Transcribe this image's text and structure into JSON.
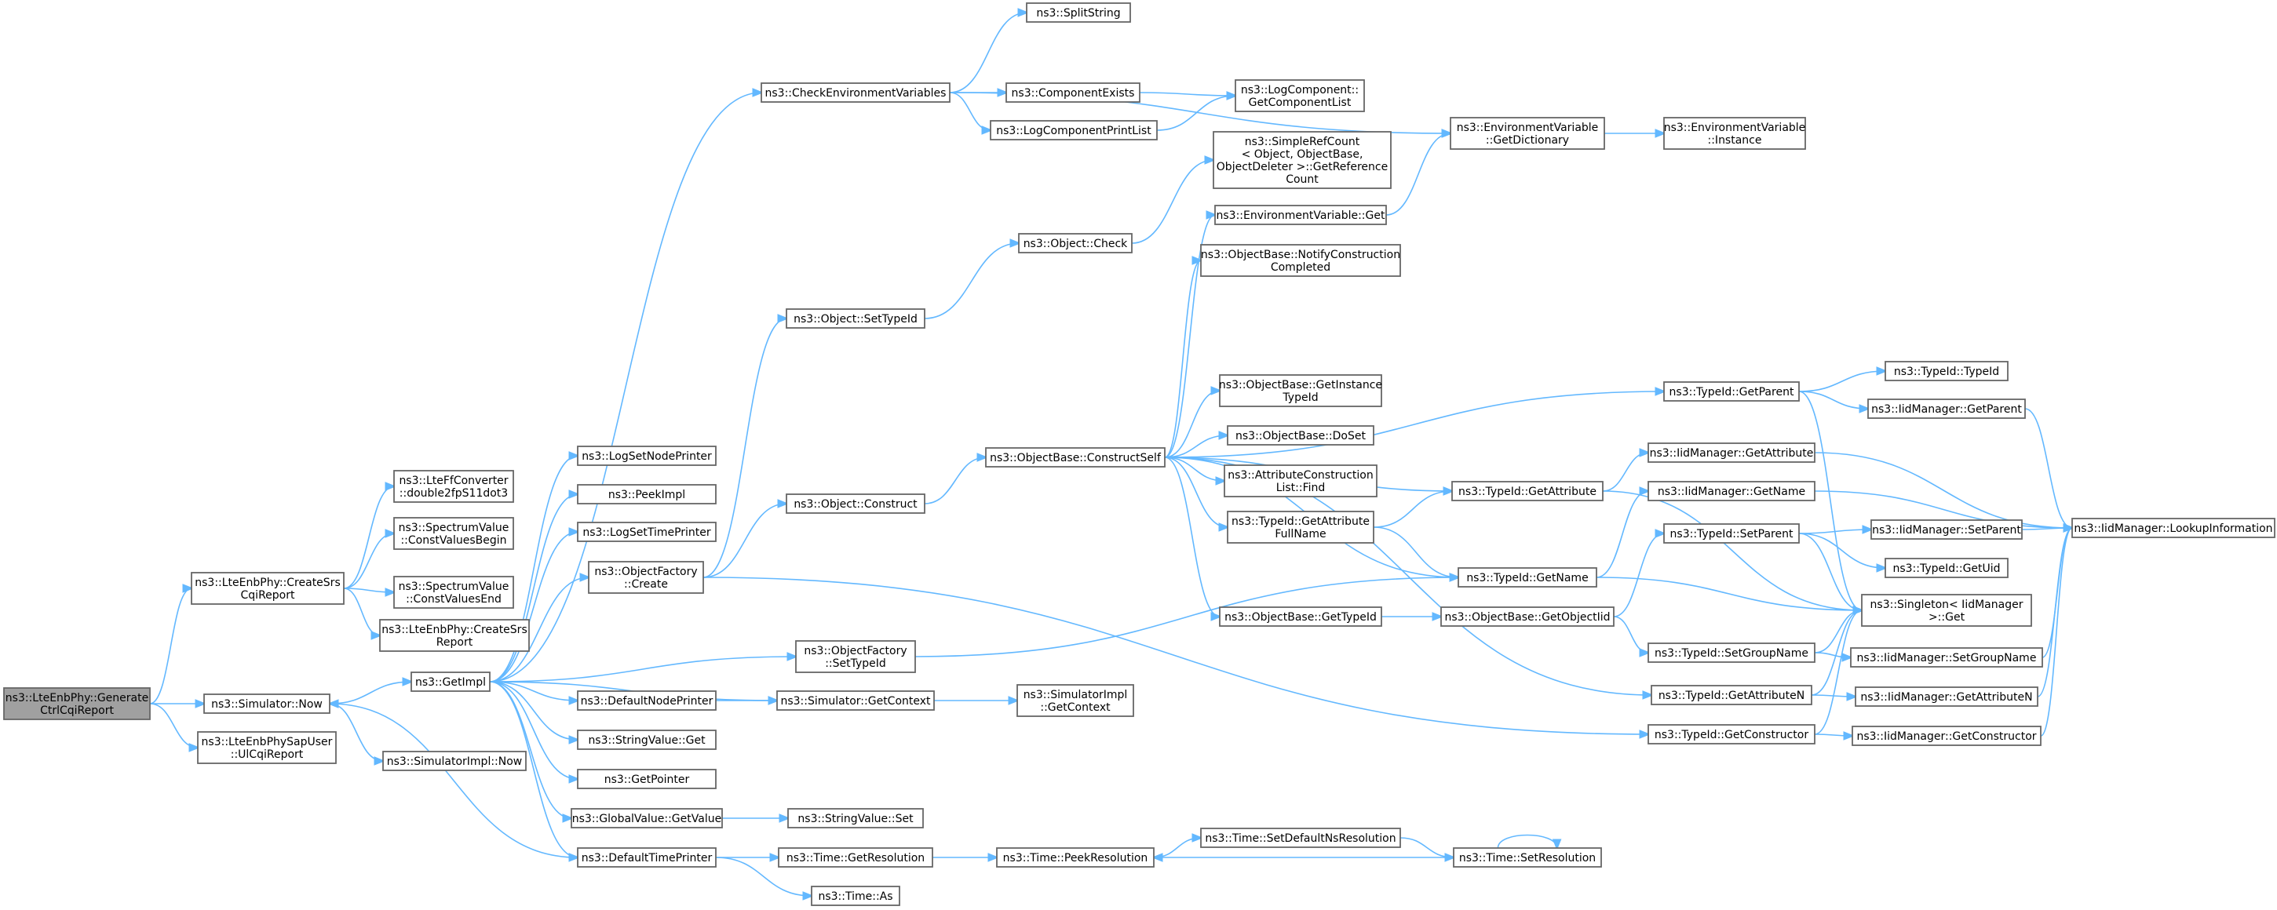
{
  "diagram": {
    "root": "n_root",
    "nodes": [
      {
        "id": "n_root",
        "lines": [
          "ns3::LteEnbPhy::Generate",
          "CtrlCqiReport"
        ],
        "root": true
      },
      {
        "id": "n_createsrs",
        "lines": [
          "ns3::LteEnbPhy::CreateSrs",
          "CqiReport"
        ]
      },
      {
        "id": "n_simnow",
        "lines": [
          "ns3::Simulator::Now"
        ]
      },
      {
        "id": "n_ulcqi",
        "lines": [
          "ns3::LteEnbPhySapUser",
          "::UlCqiReport"
        ]
      },
      {
        "id": "n_fconv",
        "lines": [
          "ns3::LteFfConverter",
          "::double2fpS11dot3"
        ]
      },
      {
        "id": "n_cvbegin",
        "lines": [
          "ns3::SpectrumValue",
          "::ConstValuesBegin"
        ]
      },
      {
        "id": "n_cvend",
        "lines": [
          "ns3::SpectrumValue",
          "::ConstValuesEnd"
        ]
      },
      {
        "id": "n_createsrs2",
        "lines": [
          "ns3::LteEnbPhy::CreateSrs",
          "Report"
        ]
      },
      {
        "id": "n_getimpl",
        "lines": [
          "ns3::GetImpl"
        ]
      },
      {
        "id": "n_simimplnow",
        "lines": [
          "ns3::SimulatorImpl::Now"
        ]
      },
      {
        "id": "n_logsetnode",
        "lines": [
          "ns3::LogSetNodePrinter"
        ]
      },
      {
        "id": "n_peekimpl",
        "lines": [
          "ns3::PeekImpl"
        ]
      },
      {
        "id": "n_logsettime",
        "lines": [
          "ns3::LogSetTimePrinter"
        ]
      },
      {
        "id": "n_objfactcreate",
        "lines": [
          "ns3::ObjectFactory",
          "::Create"
        ]
      },
      {
        "id": "n_defnodeprinter",
        "lines": [
          "ns3::DefaultNodePrinter"
        ]
      },
      {
        "id": "n_strvalget",
        "lines": [
          "ns3::StringValue::Get"
        ]
      },
      {
        "id": "n_getpointer",
        "lines": [
          "ns3::GetPointer"
        ]
      },
      {
        "id": "n_globalgetvalue",
        "lines": [
          "ns3::GlobalValue::GetValue"
        ]
      },
      {
        "id": "n_deftimeprinter",
        "lines": [
          "ns3::DefaultTimePrinter"
        ]
      },
      {
        "id": "n_checkenv",
        "lines": [
          "ns3::CheckEnvironmentVariables"
        ]
      },
      {
        "id": "n_objsettypeid",
        "lines": [
          "ns3::Object::SetTypeId"
        ]
      },
      {
        "id": "n_objconstruct",
        "lines": [
          "ns3::Object::Construct"
        ]
      },
      {
        "id": "n_objfactsettypeid",
        "lines": [
          "ns3::ObjectFactory",
          "::SetTypeId"
        ]
      },
      {
        "id": "n_simgetcontext",
        "lines": [
          "ns3::Simulator::GetContext"
        ]
      },
      {
        "id": "n_strvalset",
        "lines": [
          "ns3::StringValue::Set"
        ]
      },
      {
        "id": "n_timegetres",
        "lines": [
          "ns3::Time::GetResolution"
        ]
      },
      {
        "id": "n_timeas",
        "lines": [
          "ns3::Time::As"
        ]
      },
      {
        "id": "n_splitstring",
        "lines": [
          "ns3::SplitString"
        ]
      },
      {
        "id": "n_compexists",
        "lines": [
          "ns3::ComponentExists"
        ]
      },
      {
        "id": "n_logcompprint",
        "lines": [
          "ns3::LogComponentPrintList"
        ]
      },
      {
        "id": "n_objcheck",
        "lines": [
          "ns3::Object::Check"
        ]
      },
      {
        "id": "n_objbaseconstruct",
        "lines": [
          "ns3::ObjectBase::ConstructSelf"
        ]
      },
      {
        "id": "n_simimplgetcontext",
        "lines": [
          "ns3::SimulatorImpl",
          "::GetContext"
        ]
      },
      {
        "id": "n_timepeekres",
        "lines": [
          "ns3::Time::PeekResolution"
        ]
      },
      {
        "id": "n_logcompgetlist",
        "lines": [
          "ns3::LogComponent::",
          "GetComponentList"
        ]
      },
      {
        "id": "n_simplerefcount",
        "lines": [
          "ns3::SimpleRefCount",
          "< Object, ObjectBase,",
          "ObjectDeleter >::GetReference",
          "Count"
        ]
      },
      {
        "id": "n_envvarget",
        "lines": [
          "ns3::EnvironmentVariable::Get"
        ]
      },
      {
        "id": "n_objbasenotify",
        "lines": [
          "ns3::ObjectBase::NotifyConstruction",
          "Completed"
        ]
      },
      {
        "id": "n_objbasegetinstance",
        "lines": [
          "ns3::ObjectBase::GetInstance",
          "TypeId"
        ]
      },
      {
        "id": "n_objbasedoset",
        "lines": [
          "ns3::ObjectBase::DoSet"
        ]
      },
      {
        "id": "n_attrconstructfind",
        "lines": [
          "ns3::AttributeConstruction",
          "List::Find"
        ]
      },
      {
        "id": "n_typeidgetattrfullname",
        "lines": [
          "ns3::TypeId::GetAttribute",
          "FullName"
        ]
      },
      {
        "id": "n_objbasegettypeid",
        "lines": [
          "ns3::ObjectBase::GetTypeId"
        ]
      },
      {
        "id": "n_timesetdefaultns",
        "lines": [
          "ns3::Time::SetDefaultNsResolution"
        ]
      },
      {
        "id": "n_envvargetdict",
        "lines": [
          "ns3::EnvironmentVariable",
          "::GetDictionary"
        ]
      },
      {
        "id": "n_typeidgetattr",
        "lines": [
          "ns3::TypeId::GetAttribute"
        ]
      },
      {
        "id": "n_typeidgetname",
        "lines": [
          "ns3::TypeId::GetName"
        ]
      },
      {
        "id": "n_objbasegetobjtid",
        "lines": [
          "ns3::ObjectBase::GetObjectIid"
        ]
      },
      {
        "id": "n_timesetres",
        "lines": [
          "ns3::Time::SetResolution"
        ]
      },
      {
        "id": "n_envvarinstance",
        "lines": [
          "ns3::EnvironmentVariable",
          "::Instance"
        ]
      },
      {
        "id": "n_typeidgetparent",
        "lines": [
          "ns3::TypeId::GetParent"
        ]
      },
      {
        "id": "n_iidgetattr",
        "lines": [
          "ns3::IidManager::GetAttribute"
        ]
      },
      {
        "id": "n_iidgetname",
        "lines": [
          "ns3::IidManager::GetName"
        ]
      },
      {
        "id": "n_typeidsetparent",
        "lines": [
          "ns3::TypeId::SetParent"
        ]
      },
      {
        "id": "n_typeidsetgroup",
        "lines": [
          "ns3::TypeId::SetGroupName"
        ]
      },
      {
        "id": "n_typeidgetattrn",
        "lines": [
          "ns3::TypeId::GetAttributeN"
        ]
      },
      {
        "id": "n_typeidgetconstructor",
        "lines": [
          "ns3::TypeId::GetConstructor"
        ]
      },
      {
        "id": "n_typeidtypeid",
        "lines": [
          "ns3::TypeId::TypeId"
        ]
      },
      {
        "id": "n_iidgetparent",
        "lines": [
          "ns3::IidManager::GetParent"
        ]
      },
      {
        "id": "n_iidsetparent",
        "lines": [
          "ns3::IidManager::SetParent"
        ]
      },
      {
        "id": "n_typeidgetuid",
        "lines": [
          "ns3::TypeId::GetUid"
        ]
      },
      {
        "id": "n_singletonget",
        "lines": [
          "ns3::Singleton< IidManager",
          ">::Get"
        ]
      },
      {
        "id": "n_iidsetgroup",
        "lines": [
          "ns3::IidManager::SetGroupName"
        ]
      },
      {
        "id": "n_iidgetattrn",
        "lines": [
          "ns3::IidManager::GetAttributeN"
        ]
      },
      {
        "id": "n_iidgetconstructor",
        "lines": [
          "ns3::IidManager::GetConstructor"
        ]
      },
      {
        "id": "n_iidlookup",
        "lines": [
          "ns3::IidManager::LookupInformation"
        ]
      }
    ],
    "edges": [
      [
        "n_root",
        "n_createsrs"
      ],
      [
        "n_root",
        "n_simnow"
      ],
      [
        "n_root",
        "n_ulcqi"
      ],
      [
        "n_createsrs",
        "n_fconv"
      ],
      [
        "n_createsrs",
        "n_cvbegin"
      ],
      [
        "n_createsrs",
        "n_cvend"
      ],
      [
        "n_createsrs",
        "n_createsrs2"
      ],
      [
        "n_simnow",
        "n_getimpl"
      ],
      [
        "n_simnow",
        "n_simimplnow"
      ],
      [
        "n_getimpl",
        "n_logsetnode"
      ],
      [
        "n_getimpl",
        "n_peekimpl"
      ],
      [
        "n_getimpl",
        "n_logsettime"
      ],
      [
        "n_getimpl",
        "n_objfactcreate"
      ],
      [
        "n_getimpl",
        "n_objfactsettypeid"
      ],
      [
        "n_getimpl",
        "n_defnodeprinter"
      ],
      [
        "n_getimpl",
        "n_simgetcontext"
      ],
      [
        "n_getimpl",
        "n_strvalget"
      ],
      [
        "n_getimpl",
        "n_getpointer"
      ],
      [
        "n_getimpl",
        "n_globalgetvalue"
      ],
      [
        "n_getimpl",
        "n_deftimeprinter"
      ],
      [
        "n_getimpl",
        "n_checkenv"
      ],
      [
        "n_deftimeprinter",
        "n_simnow"
      ],
      [
        "n_objfactcreate",
        "n_objsettypeid"
      ],
      [
        "n_objfactcreate",
        "n_objconstruct"
      ],
      [
        "n_objfactcreate",
        "n_typeidgetconstructor"
      ],
      [
        "n_objfactsettypeid",
        "n_typeidgetname"
      ],
      [
        "n_defnodeprinter",
        "n_simgetcontext"
      ],
      [
        "n_simgetcontext",
        "n_simimplgetcontext"
      ],
      [
        "n_globalgetvalue",
        "n_strvalset"
      ],
      [
        "n_deftimeprinter",
        "n_timegetres"
      ],
      [
        "n_deftimeprinter",
        "n_timeas"
      ],
      [
        "n_timegetres",
        "n_timepeekres"
      ],
      [
        "n_checkenv",
        "n_splitstring"
      ],
      [
        "n_checkenv",
        "n_compexists"
      ],
      [
        "n_checkenv",
        "n_logcompprint"
      ],
      [
        "n_checkenv",
        "n_envvargetdict"
      ],
      [
        "n_compexists",
        "n_logcompgetlist"
      ],
      [
        "n_logcompprint",
        "n_logcompgetlist"
      ],
      [
        "n_objsettypeid",
        "n_objcheck"
      ],
      [
        "n_objcheck",
        "n_simplerefcount"
      ],
      [
        "n_objconstruct",
        "n_objbaseconstruct"
      ],
      [
        "n_objbaseconstruct",
        "n_envvarget"
      ],
      [
        "n_objbaseconstruct",
        "n_objbasenotify"
      ],
      [
        "n_objbaseconstruct",
        "n_objbasegetinstance"
      ],
      [
        "n_objbaseconstruct",
        "n_objbasedoset"
      ],
      [
        "n_objbaseconstruct",
        "n_attrconstructfind"
      ],
      [
        "n_objbaseconstruct",
        "n_typeidgetattrfullname"
      ],
      [
        "n_objbaseconstruct",
        "n_objbasegettypeid"
      ],
      [
        "n_objbaseconstruct",
        "n_typeidgetattr"
      ],
      [
        "n_objbaseconstruct",
        "n_typeidgetname"
      ],
      [
        "n_objbaseconstruct",
        "n_typeidgetparent"
      ],
      [
        "n_objbaseconstruct",
        "n_typeidgetattrn"
      ],
      [
        "n_envvarget",
        "n_envvargetdict"
      ],
      [
        "n_envvargetdict",
        "n_envvarinstance"
      ],
      [
        "n_typeidgetattrfullname",
        "n_typeidgetattr"
      ],
      [
        "n_typeidgetattrfullname",
        "n_typeidgetname"
      ],
      [
        "n_objbasegettypeid",
        "n_objbasegetobjtid"
      ],
      [
        "n_objbasegetobjtid",
        "n_typeidsetparent"
      ],
      [
        "n_objbasegetobjtid",
        "n_typeidsetgroup"
      ],
      [
        "n_typeidgetattr",
        "n_iidgetattr"
      ],
      [
        "n_typeidgetattr",
        "n_singletonget"
      ],
      [
        "n_typeidgetname",
        "n_iidgetname"
      ],
      [
        "n_typeidgetname",
        "n_singletonget"
      ],
      [
        "n_typeidgetparent",
        "n_typeidtypeid"
      ],
      [
        "n_typeidgetparent",
        "n_iidgetparent"
      ],
      [
        "n_typeidgetparent",
        "n_singletonget"
      ],
      [
        "n_typeidsetparent",
        "n_iidsetparent"
      ],
      [
        "n_typeidsetparent",
        "n_typeidgetuid"
      ],
      [
        "n_typeidsetparent",
        "n_singletonget"
      ],
      [
        "n_typeidsetgroup",
        "n_iidsetgroup"
      ],
      [
        "n_typeidsetgroup",
        "n_singletonget"
      ],
      [
        "n_typeidgetattrn",
        "n_iidgetattrn"
      ],
      [
        "n_typeidgetattrn",
        "n_singletonget"
      ],
      [
        "n_typeidgetconstructor",
        "n_iidgetconstructor"
      ],
      [
        "n_typeidgetconstructor",
        "n_singletonget"
      ],
      [
        "n_iidgetattr",
        "n_iidlookup"
      ],
      [
        "n_iidgetname",
        "n_iidlookup"
      ],
      [
        "n_iidgetparent",
        "n_iidlookup"
      ],
      [
        "n_iidsetparent",
        "n_iidlookup"
      ],
      [
        "n_iidsetgroup",
        "n_iidlookup"
      ],
      [
        "n_iidgetattrn",
        "n_iidlookup"
      ],
      [
        "n_iidgetconstructor",
        "n_iidlookup"
      ],
      [
        "n_timepeekres",
        "n_timesetdefaultns"
      ],
      [
        "n_timesetdefaultns",
        "n_timesetres"
      ],
      [
        "n_timesetres",
        "n_timepeekres"
      ],
      [
        "n_timesetres",
        "n_timesetres"
      ]
    ]
  }
}
